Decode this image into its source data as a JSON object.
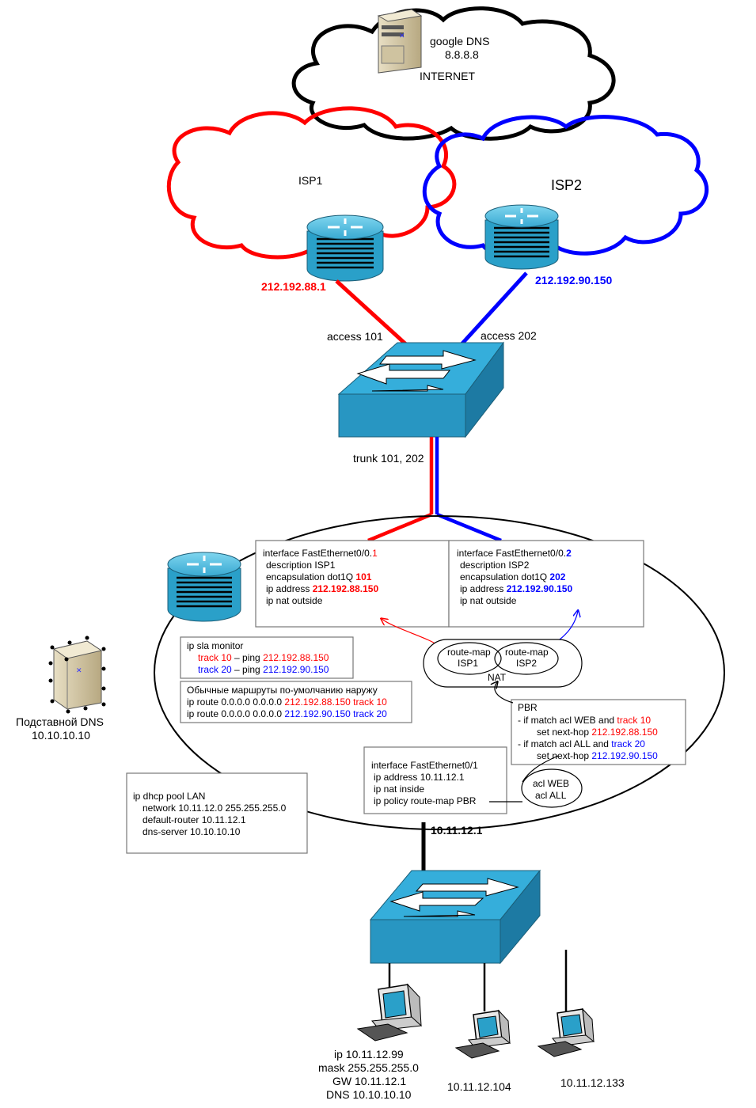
{
  "internet": {
    "server_label": "google DNS",
    "server_ip": "8.8.8.8",
    "cloud_label": "INTERNET"
  },
  "isp1": {
    "label": "ISP1",
    "ip": "212.192.88.1",
    "color": "#ff0000"
  },
  "isp2": {
    "label": "ISP2",
    "ip": "212.192.90.150",
    "color": "#0000ff"
  },
  "top_switch": {
    "access1": "access 101",
    "access2": "access 202",
    "trunk": "trunk 101, 202"
  },
  "iface1": {
    "line1_prefix": "interface FastEthernet0/0.",
    "line1_num": "1",
    "line2": "description ISP1",
    "line3_prefix": "encapsulation dot1Q ",
    "line3_num": "101",
    "line4_prefix": "ip address ",
    "line4_ip": "212.192.88.150",
    "line5": "ip nat outside"
  },
  "iface2": {
    "line1_prefix": "interface FastEthernet0/0.",
    "line1_num": "2",
    "line2": "description ISP2",
    "line3_prefix": "encapsulation dot1Q ",
    "line3_num": "202",
    "line4_prefix": "ip address ",
    "line4_ip": "212.192.90.150",
    "line5": "ip nat outside"
  },
  "sla": {
    "title": "ip sla monitor",
    "track1_label": "track 10",
    "track1_mid": " – ping ",
    "track1_ip": "212.192.88.150",
    "track2_label": "track 20",
    "track2_mid": " – ping ",
    "track2_ip": "212.192.90.150"
  },
  "routes": {
    "title": "Обычные маршруты по-умолчанию наружу",
    "route1_prefix": "ip route 0.0.0.0 0.0.0.0 ",
    "route1_tail": "212.192.88.150 track 10",
    "route2_prefix": "ip route 0.0.0.0 0.0.0.0 ",
    "route2_tail": "212.192.90.150 track 20"
  },
  "nat": {
    "rm1_line1": "route-map",
    "rm1_line2": "ISP1",
    "rm2_line1": "route-map",
    "rm2_line2": "ISP2",
    "label": "NAT"
  },
  "pbr": {
    "title": "PBR",
    "l1_prefix": "- if match acl WEB and ",
    "l1_track": "track 10",
    "l2_prefix": "set next-hop ",
    "l2_ip": "212.192.88.150",
    "l3_prefix": "- if match acl ALL and ",
    "l3_track": "track 20",
    "l4_prefix": "set next-hop ",
    "l4_ip": "212.192.90.150"
  },
  "acl": {
    "line1": "acl WEB",
    "line2": "acl ALL"
  },
  "inside": {
    "line1": "interface FastEthernet0/1",
    "line2": "ip address 10.11.12.1",
    "line3": "ip nat inside",
    "line4": "ip policy route-map PBR"
  },
  "dhcp": {
    "line1": "ip dhcp pool LAN",
    "line2": "network 10.11.12.0 255.255.255.0",
    "line3": "default-router 10.11.12.1",
    "line4": "dns-server 10.10.10.10"
  },
  "fake_dns": {
    "label": "Подставной DNS",
    "ip": "10.10.10.10"
  },
  "lan": {
    "gw_ip": "10.11.12.1"
  },
  "pc1": {
    "line1": "ip 10.11.12.99",
    "line2": "mask 255.255.255.0",
    "line3": "GW 10.11.12.1",
    "line4": "DNS 10.10.10.10"
  },
  "pc2": {
    "ip": "10.11.12.104"
  },
  "pc3": {
    "ip": "10.11.12.133"
  }
}
